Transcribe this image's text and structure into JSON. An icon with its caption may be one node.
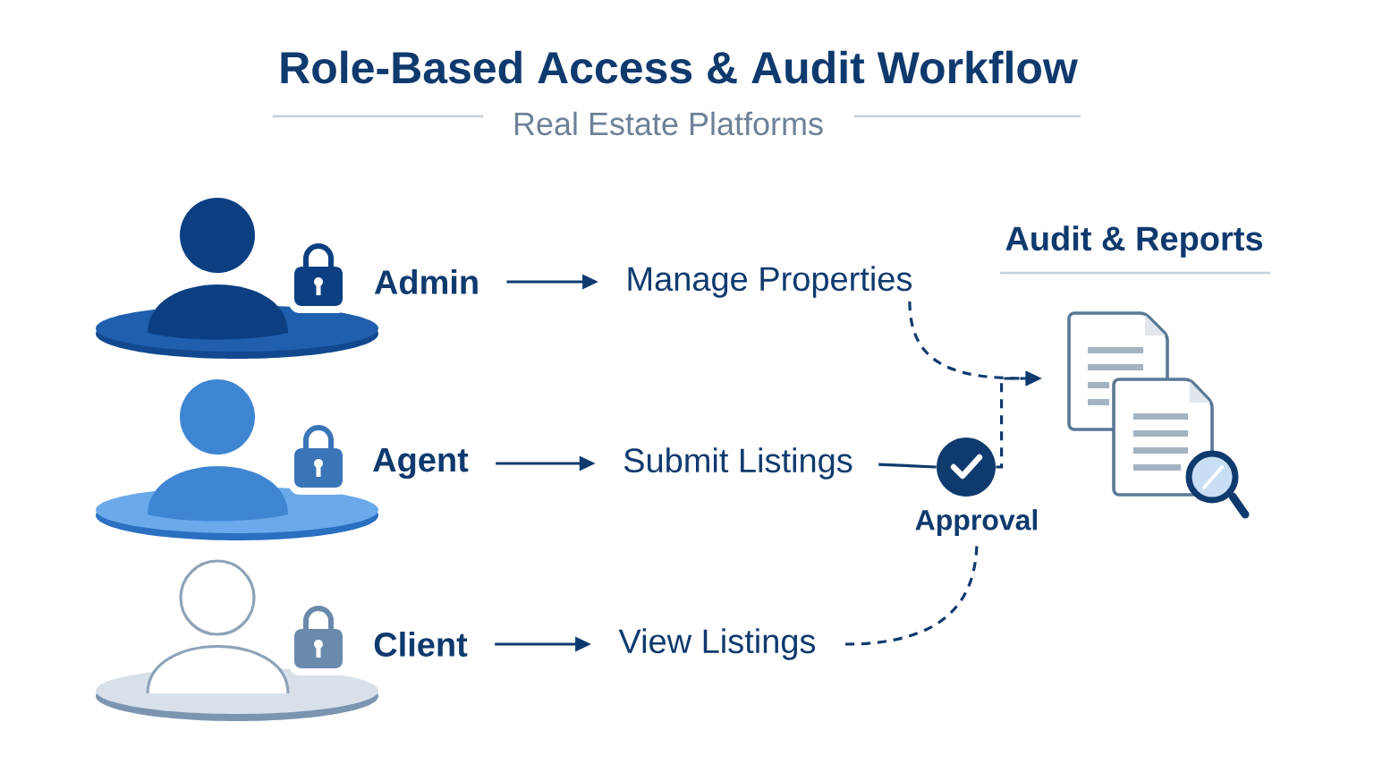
{
  "diagram": {
    "title": "Role-Based Access & Audit Workflow",
    "nodes": [
      {
        "text": [
          "Admin"
        ]
      },
      {
        "text": [
          "Manage Properties"
        ]
      },
      {
        "text": [
          "Agent"
        ]
      },
      {
        "text": [
          "Submit Listings"
        ]
      },
      {
        "text": [
          "Approval"
        ]
      },
      {
        "text": [
          "Client"
        ]
      },
      {
        "text": [
          "View Listings"
        ]
      },
      {
        "text": [
          "Audit & Reports"
        ]
      }
    ],
    "edges": [
      {
        "from": 0,
        "to": 1,
        "arrow": "to"
      },
      {
        "from": 1,
        "to": 7,
        "arrow": "to",
        "style": "dashed"
      },
      {
        "from": 2,
        "to": 3,
        "arrow": "to"
      },
      {
        "from": 3,
        "to": 4,
        "arrow": "none"
      },
      {
        "from": 4,
        "to": 7,
        "arrow": "to",
        "style": "dashed"
      },
      {
        "from": 5,
        "to": 6,
        "arrow": "to"
      },
      {
        "from": 6,
        "to": 4,
        "arrow": "none",
        "style": "dashed"
      }
    ],
    "labels": [
      "Real Estate Platforms"
    ]
  }
}
